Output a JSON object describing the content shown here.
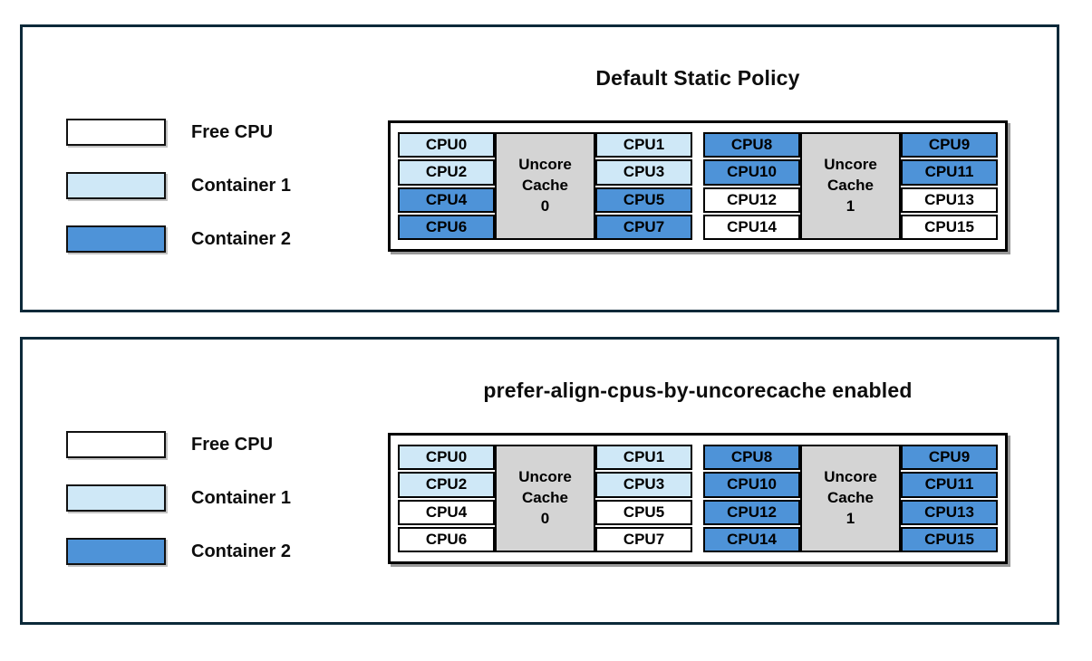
{
  "colors": {
    "free": "#ffffff",
    "container1": "#cfe8f7",
    "container2": "#4e93d8",
    "uncore_fill": "#d4d4d4",
    "cell_border": "#000000",
    "panel_border": "#0c2939",
    "text": "#0d0d0d"
  },
  "legend": {
    "items": [
      {
        "label": "Free CPU",
        "color_key": "free"
      },
      {
        "label": "Container 1",
        "color_key": "container1"
      },
      {
        "label": "Container 2",
        "color_key": "container2"
      }
    ]
  },
  "panels": [
    {
      "title": "Default Static Policy",
      "groups": [
        {
          "uncore": {
            "line1": "Uncore",
            "line2": "Cache",
            "line3": "0"
          },
          "left": [
            {
              "label": "CPU0",
              "state": "container1"
            },
            {
              "label": "CPU2",
              "state": "container1"
            },
            {
              "label": "CPU4",
              "state": "container2"
            },
            {
              "label": "CPU6",
              "state": "container2"
            }
          ],
          "right": [
            {
              "label": "CPU1",
              "state": "container1"
            },
            {
              "label": "CPU3",
              "state": "container1"
            },
            {
              "label": "CPU5",
              "state": "container2"
            },
            {
              "label": "CPU7",
              "state": "container2"
            }
          ]
        },
        {
          "uncore": {
            "line1": "Uncore",
            "line2": "Cache",
            "line3": "1"
          },
          "left": [
            {
              "label": "CPU8",
              "state": "container2"
            },
            {
              "label": "CPU10",
              "state": "container2"
            },
            {
              "label": "CPU12",
              "state": "free"
            },
            {
              "label": "CPU14",
              "state": "free"
            }
          ],
          "right": [
            {
              "label": "CPU9",
              "state": "container2"
            },
            {
              "label": "CPU11",
              "state": "container2"
            },
            {
              "label": "CPU13",
              "state": "free"
            },
            {
              "label": "CPU15",
              "state": "free"
            }
          ]
        }
      ]
    },
    {
      "title": "prefer-align-cpus-by-uncorecache enabled",
      "groups": [
        {
          "uncore": {
            "line1": "Uncore",
            "line2": "Cache",
            "line3": "0"
          },
          "left": [
            {
              "label": "CPU0",
              "state": "container1"
            },
            {
              "label": "CPU2",
              "state": "container1"
            },
            {
              "label": "CPU4",
              "state": "free"
            },
            {
              "label": "CPU6",
              "state": "free"
            }
          ],
          "right": [
            {
              "label": "CPU1",
              "state": "container1"
            },
            {
              "label": "CPU3",
              "state": "container1"
            },
            {
              "label": "CPU5",
              "state": "free"
            },
            {
              "label": "CPU7",
              "state": "free"
            }
          ]
        },
        {
          "uncore": {
            "line1": "Uncore",
            "line2": "Cache",
            "line3": "1"
          },
          "left": [
            {
              "label": "CPU8",
              "state": "container2"
            },
            {
              "label": "CPU10",
              "state": "container2"
            },
            {
              "label": "CPU12",
              "state": "container2"
            },
            {
              "label": "CPU14",
              "state": "container2"
            }
          ],
          "right": [
            {
              "label": "CPU9",
              "state": "container2"
            },
            {
              "label": "CPU11",
              "state": "container2"
            },
            {
              "label": "CPU13",
              "state": "container2"
            },
            {
              "label": "CPU15",
              "state": "container2"
            }
          ]
        }
      ]
    }
  ]
}
